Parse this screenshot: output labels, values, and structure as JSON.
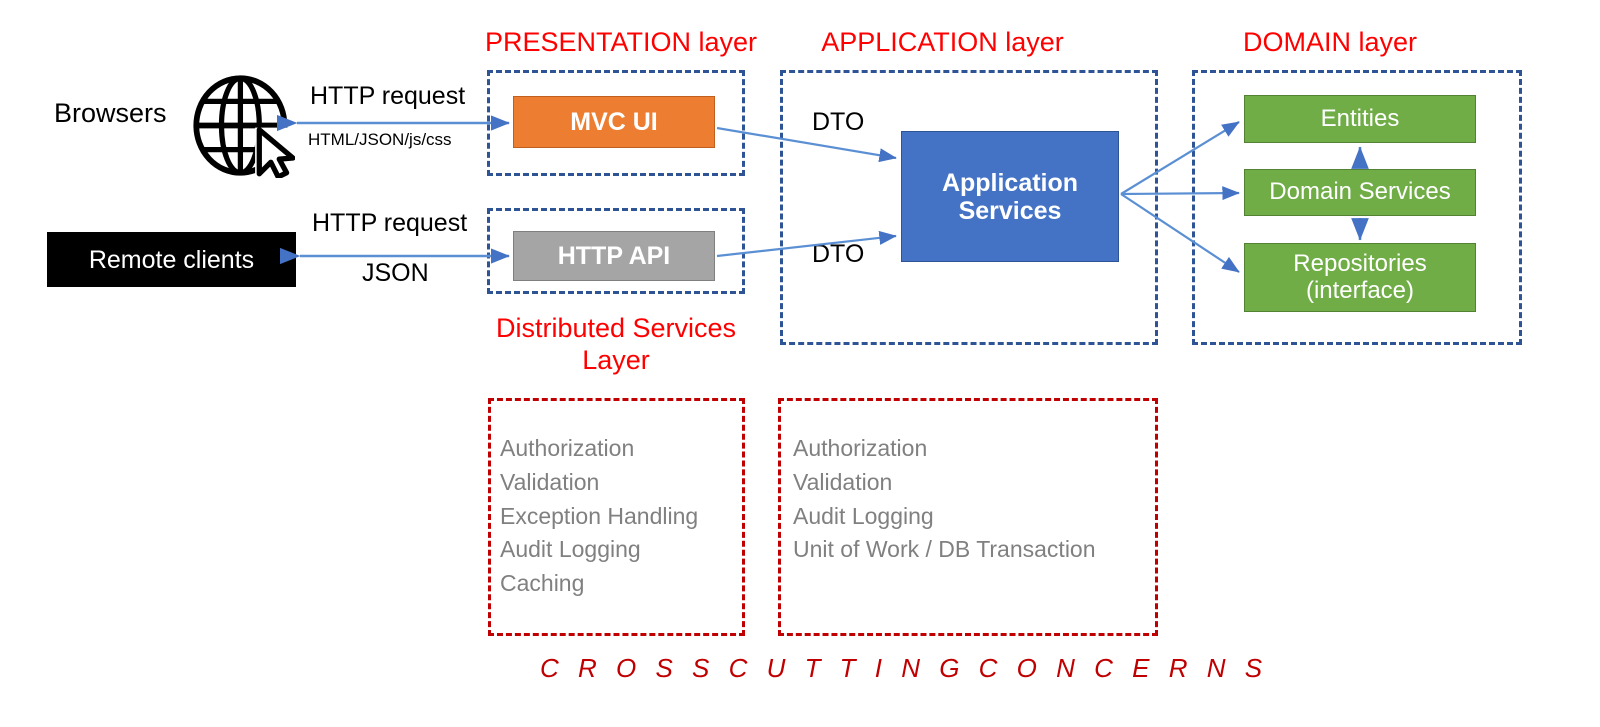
{
  "diagram": {
    "title_footer": "C R O S S    C U T T I N G    C O N C E R N S",
    "colors": {
      "layer_label": "#FF0000",
      "layer_border": "#2F5496",
      "cc_border": "#C00000",
      "mvc_ui": "#ED7D31",
      "http_api": "#A5A5A5",
      "application_services": "#4472C4",
      "domain_node": "#70AD47",
      "remote_clients": "#000000",
      "arrow": "#4472C4",
      "cc_text": "#808080"
    }
  },
  "layers": {
    "presentation": {
      "label": "PRESENTATION layer"
    },
    "application": {
      "label": "APPLICATION layer"
    },
    "domain": {
      "label": "DOMAIN layer"
    },
    "distributed_services": {
      "label_line1": "Distributed Services",
      "label_line2": "Layer"
    }
  },
  "clients": {
    "browsers": {
      "label": "Browsers",
      "icon": "globe-cursor-icon"
    },
    "remote": {
      "label": "Remote clients"
    }
  },
  "edges": {
    "browser_request": "HTTP request",
    "browser_response": "HTML/JSON/js/css",
    "remote_request": "HTTP request",
    "remote_response": "JSON",
    "dto_top": "DTO",
    "dto_bottom": "DTO"
  },
  "nodes": {
    "mvc_ui": "MVC UI",
    "http_api": "HTTP API",
    "application_services_line1": "Application",
    "application_services_line2": "Services",
    "entities": "Entities",
    "domain_services": "Domain Services",
    "repositories_line1": "Repositories",
    "repositories_line2": "(interface)"
  },
  "cross_cutting": {
    "presentation_concerns": [
      "Authorization",
      "Validation",
      "Exception Handling",
      "Audit Logging",
      "Caching"
    ],
    "application_concerns": [
      "Authorization",
      "Validation",
      "Audit Logging",
      "Unit of Work / DB Transaction"
    ]
  }
}
